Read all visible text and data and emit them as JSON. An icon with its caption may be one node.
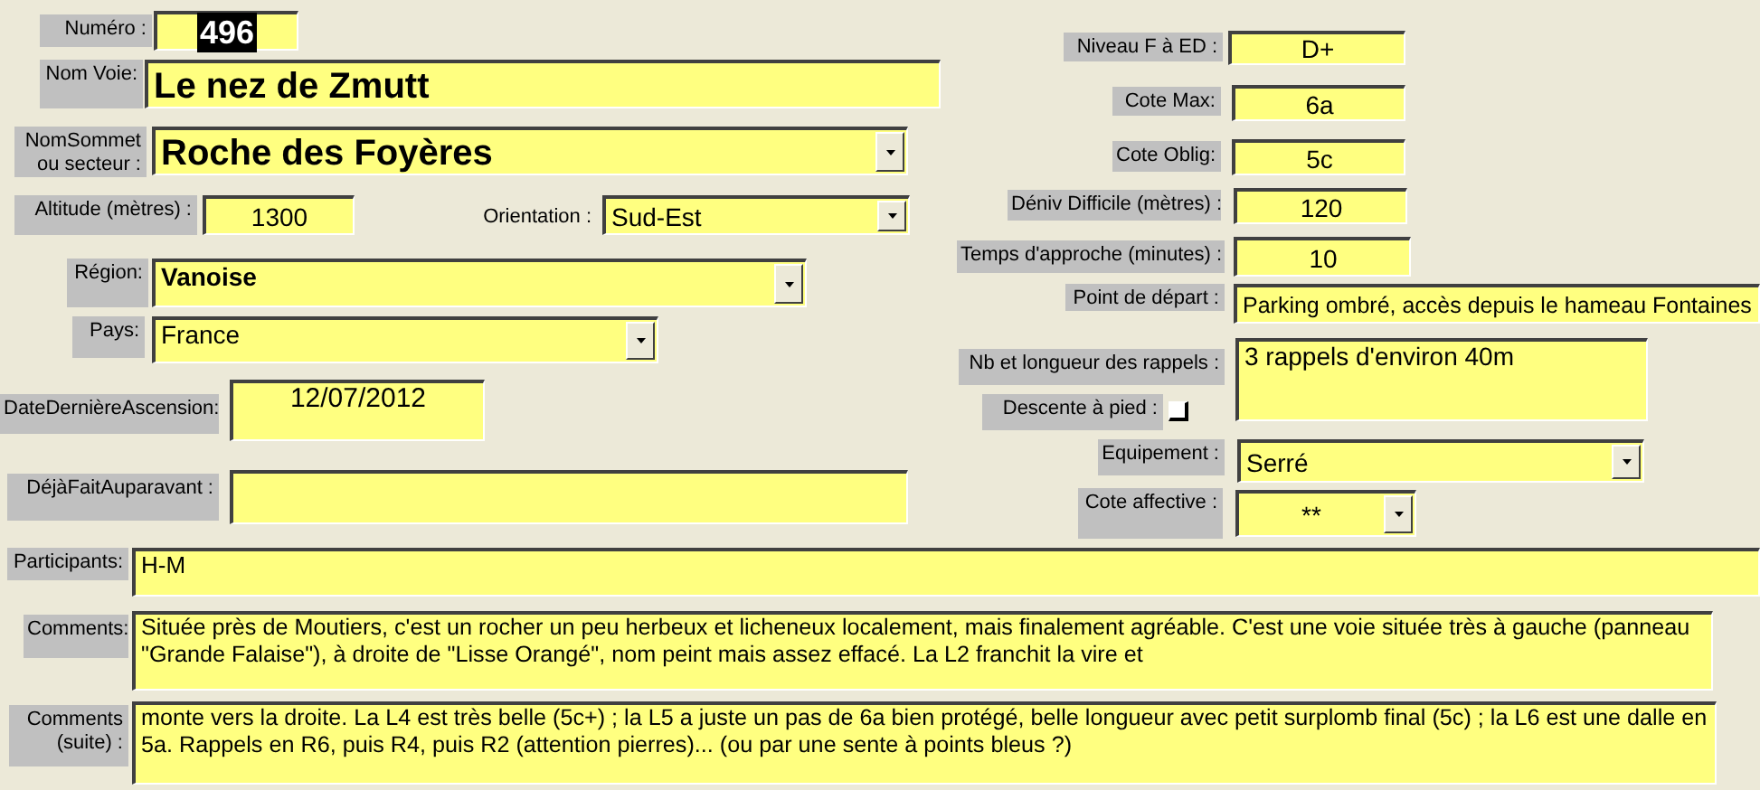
{
  "diagram": {
    "labels": [
      "Numéro :",
      "496",
      "Nom Voie:",
      "Le nez de Zmutt",
      "Niveau F à ED :",
      "D+",
      "NomSommet ou secteur :",
      "Roche des Foyères",
      "Cote Max:",
      "6a",
      "Cote Oblig:",
      "5c",
      "Altitude (mètres) :",
      "1300",
      "Orientation :",
      "Sud-Est",
      "Déniv Difficile (mètres) :",
      "120",
      "Temps d'approche (minutes) :",
      "10",
      "Région:",
      "Vanoise",
      "Point de départ :",
      "Parking ombré, accès depuis le hameau Fontaines",
      "Pays:",
      "France",
      "Nb et longueur des rappels :",
      "3 rappels d'environ 40m",
      "DateDernièreAscension:",
      "12/07/2012",
      "Descente à pied :",
      "Equipement :",
      "Serré",
      "DéjàFaitAuparavant :",
      "Cote affective :",
      "**",
      "Participants:",
      "H-M",
      "Comments:",
      "Située près de Moutiers, c'est un rocher un peu herbeux et licheneux localement, mais finalement agréable. C'est une voie située très à gauche (panneau \"Grande Falaise\"), à droite de \"Lisse Orangé\", nom peint mais assez effacé. La L2 franchit la vire et",
      "Comments (suite) :",
      "monte vers la droite. La L4 est très belle (5c+) ; la L5 a juste un pas de 6a bien protégé, belle longueur avec petit surplomb final (5c) ; la L6 est une dalle en 5a. Rappels en R6, puis R4, puis R2 (attention pierres)...  (ou par une sente à points bleus ?)"
    ]
  }
}
